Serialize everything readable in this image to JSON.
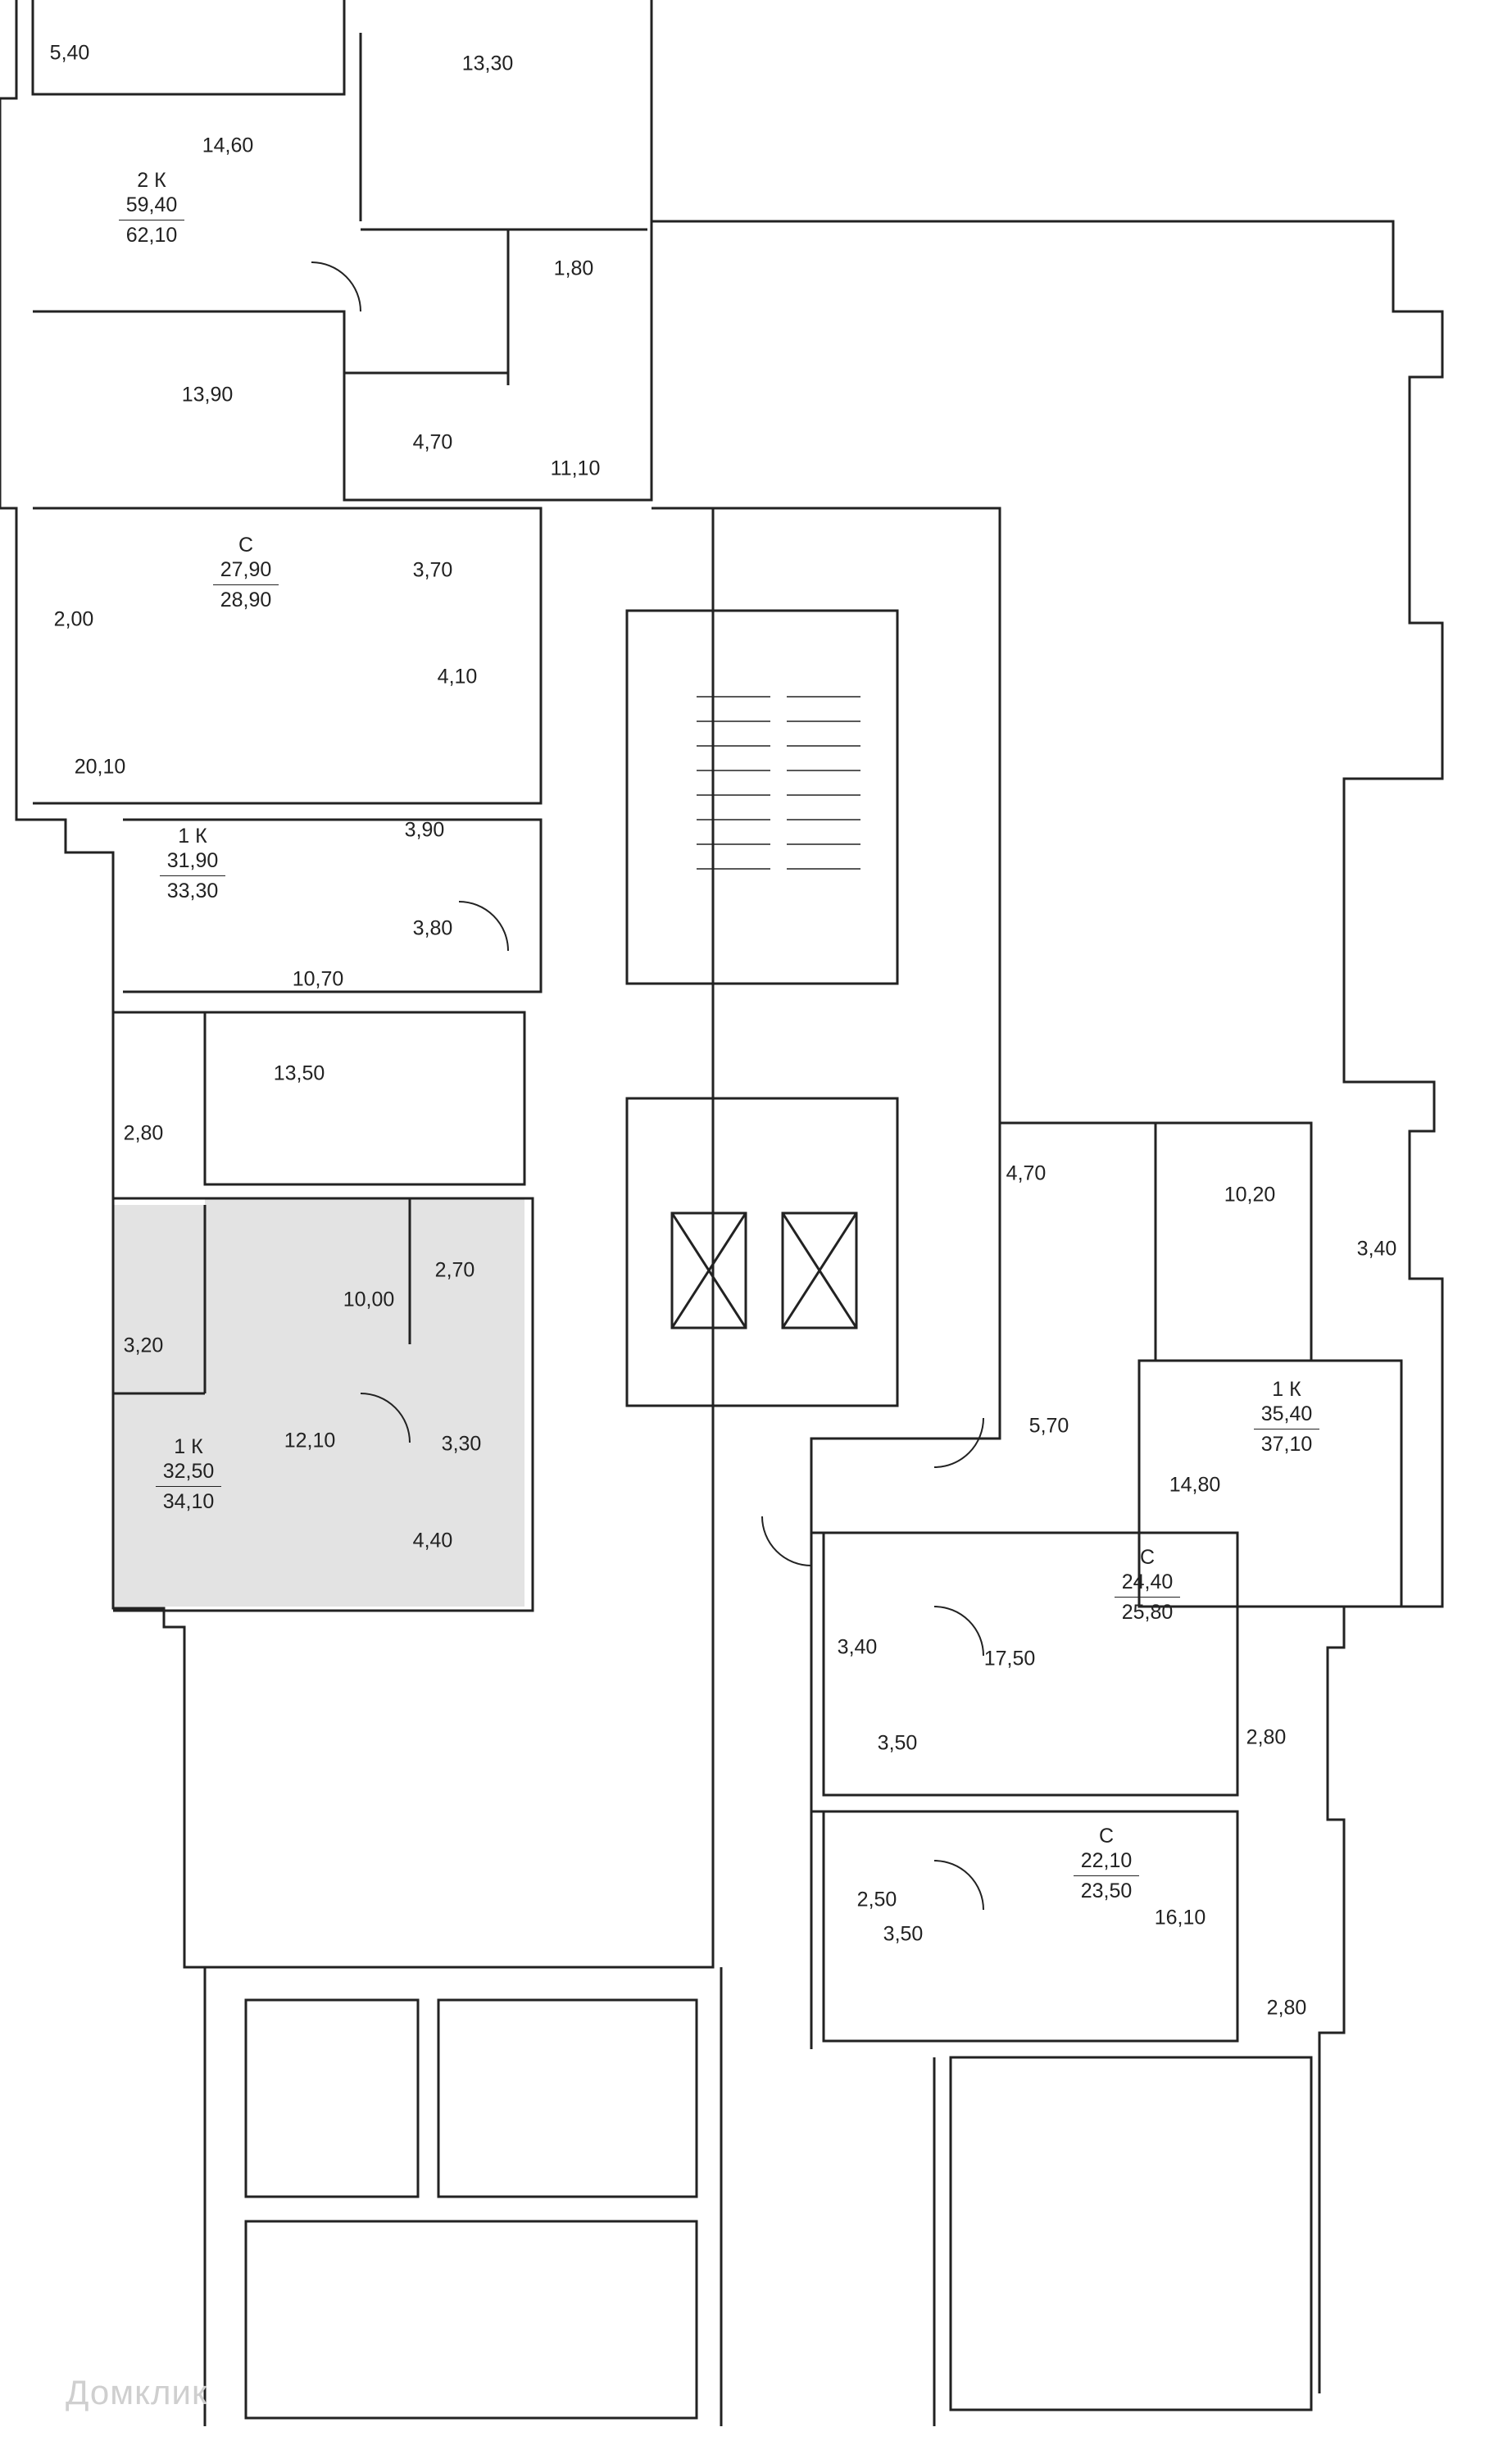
{
  "colors": {
    "wall": "#222222",
    "highlight": "#e3e3e3",
    "background": "#ffffff"
  },
  "apartments": [
    {
      "id": "apt-2k-top",
      "type": "2 К",
      "living_area": "59,40",
      "total_area": "62,10"
    },
    {
      "id": "apt-studio-1",
      "type": "С",
      "living_area": "27,90",
      "total_area": "28,90"
    },
    {
      "id": "apt-1k-a",
      "type": "1 К",
      "living_area": "31,90",
      "total_area": "33,30"
    },
    {
      "id": "apt-1k-highlight",
      "type": "1 К",
      "living_area": "32,50",
      "total_area": "34,10"
    },
    {
      "id": "apt-1k-right",
      "type": "1 К",
      "living_area": "35,40",
      "total_area": "37,10"
    },
    {
      "id": "apt-studio-2",
      "type": "С",
      "living_area": "24,40",
      "total_area": "25,80"
    },
    {
      "id": "apt-studio-3",
      "type": "С",
      "living_area": "22,10",
      "total_area": "23,50"
    }
  ],
  "room_areas": [
    "5,40",
    "13,30",
    "14,60",
    "1,80",
    "13,90",
    "4,70",
    "11,10",
    "2,00",
    "3,70",
    "4,10",
    "20,10",
    "3,90",
    "3,80",
    "10,70",
    "2,80",
    "13,50",
    "3,20",
    "2,70",
    "10,00",
    "12,10",
    "3,30",
    "4,40",
    "4,70",
    "10,20",
    "3,40",
    "5,70",
    "14,80",
    "3,40",
    "17,50",
    "3,50",
    "2,80",
    "2,50",
    "3,50",
    "16,10",
    "2,80"
  ],
  "watermark": "Домклик"
}
